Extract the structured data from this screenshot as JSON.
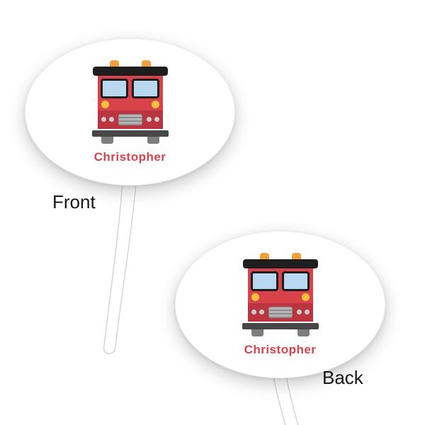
{
  "front": {
    "label": "Front",
    "name": "Christopher"
  },
  "back": {
    "label": "Back",
    "name": "Christopher"
  },
  "icons": {
    "front_graphic": "fire-truck-icon",
    "back_graphic": "fire-truck-icon"
  },
  "colors": {
    "truck_red": "#d8434b",
    "truck_dark_red": "#bb3540",
    "window_blue": "#b8d9f0",
    "amber": "#f0a13a",
    "headlight_yellow": "#f5c03a",
    "name_red": "#d8434b"
  }
}
